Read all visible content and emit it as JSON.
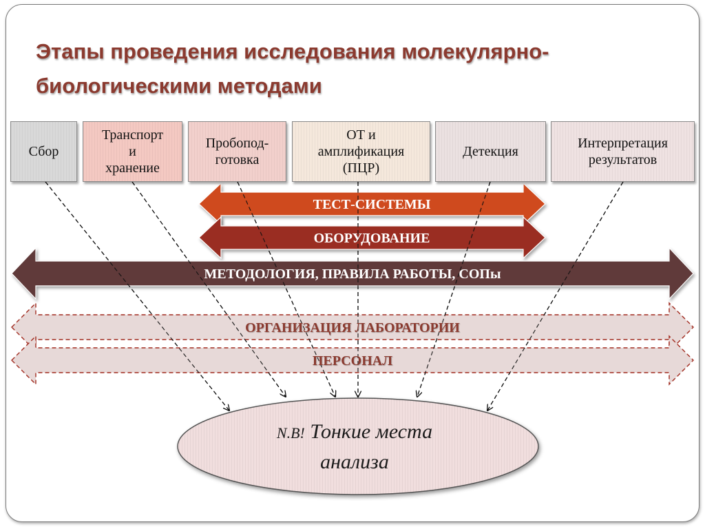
{
  "title": "Этапы проведения исследования молекулярно-биологическими методами",
  "stages": [
    {
      "lines": [
        "Сбор"
      ],
      "color": "#d9d9d9"
    },
    {
      "lines": [
        "Транспорт",
        "и",
        "хранение"
      ],
      "color": "#f4c9c2"
    },
    {
      "lines": [
        "Пробопод-",
        "готовка"
      ],
      "color": "#f2d0cc"
    },
    {
      "lines": [
        "ОТ и",
        "амплификация",
        "(ПЦР)"
      ],
      "color": "#f5e8dc"
    },
    {
      "lines": [
        "Детекция"
      ],
      "color": "#ebe1e1"
    },
    {
      "lines": [
        "Интерпретация",
        "результатов"
      ],
      "color": "#efe2e2"
    }
  ],
  "arrows": [
    {
      "label": "ТЕСТ-СИСТЕМЫ",
      "color": "#cf4a1e",
      "style": "solid"
    },
    {
      "label": "ОБОРУДОВАНИЕ",
      "color": "#9a2d22",
      "style": "solid"
    },
    {
      "label": "МЕТОДОЛОГИЯ, ПРАВИЛА РАБОТЫ, СОПы",
      "color": "#603a3a",
      "style": "solid"
    },
    {
      "label": "ОРГАНИЗАЦИЯ ЛАБОРАТОРИИ",
      "color": "#e7d9d8",
      "style": "dashed"
    },
    {
      "label": "ПЕРСОНАЛ",
      "color": "#e7d9d8",
      "style": "dashed"
    }
  ],
  "focus": {
    "prefix": "N.B!",
    "lines": [
      "Тонкие места",
      "анализа"
    ],
    "color": "#f1dede"
  },
  "colors": {
    "title": "#8b3a2f",
    "dashed_arrow_border": "#a02a1e",
    "dashed_arrow_text": "#8b3a2f"
  }
}
